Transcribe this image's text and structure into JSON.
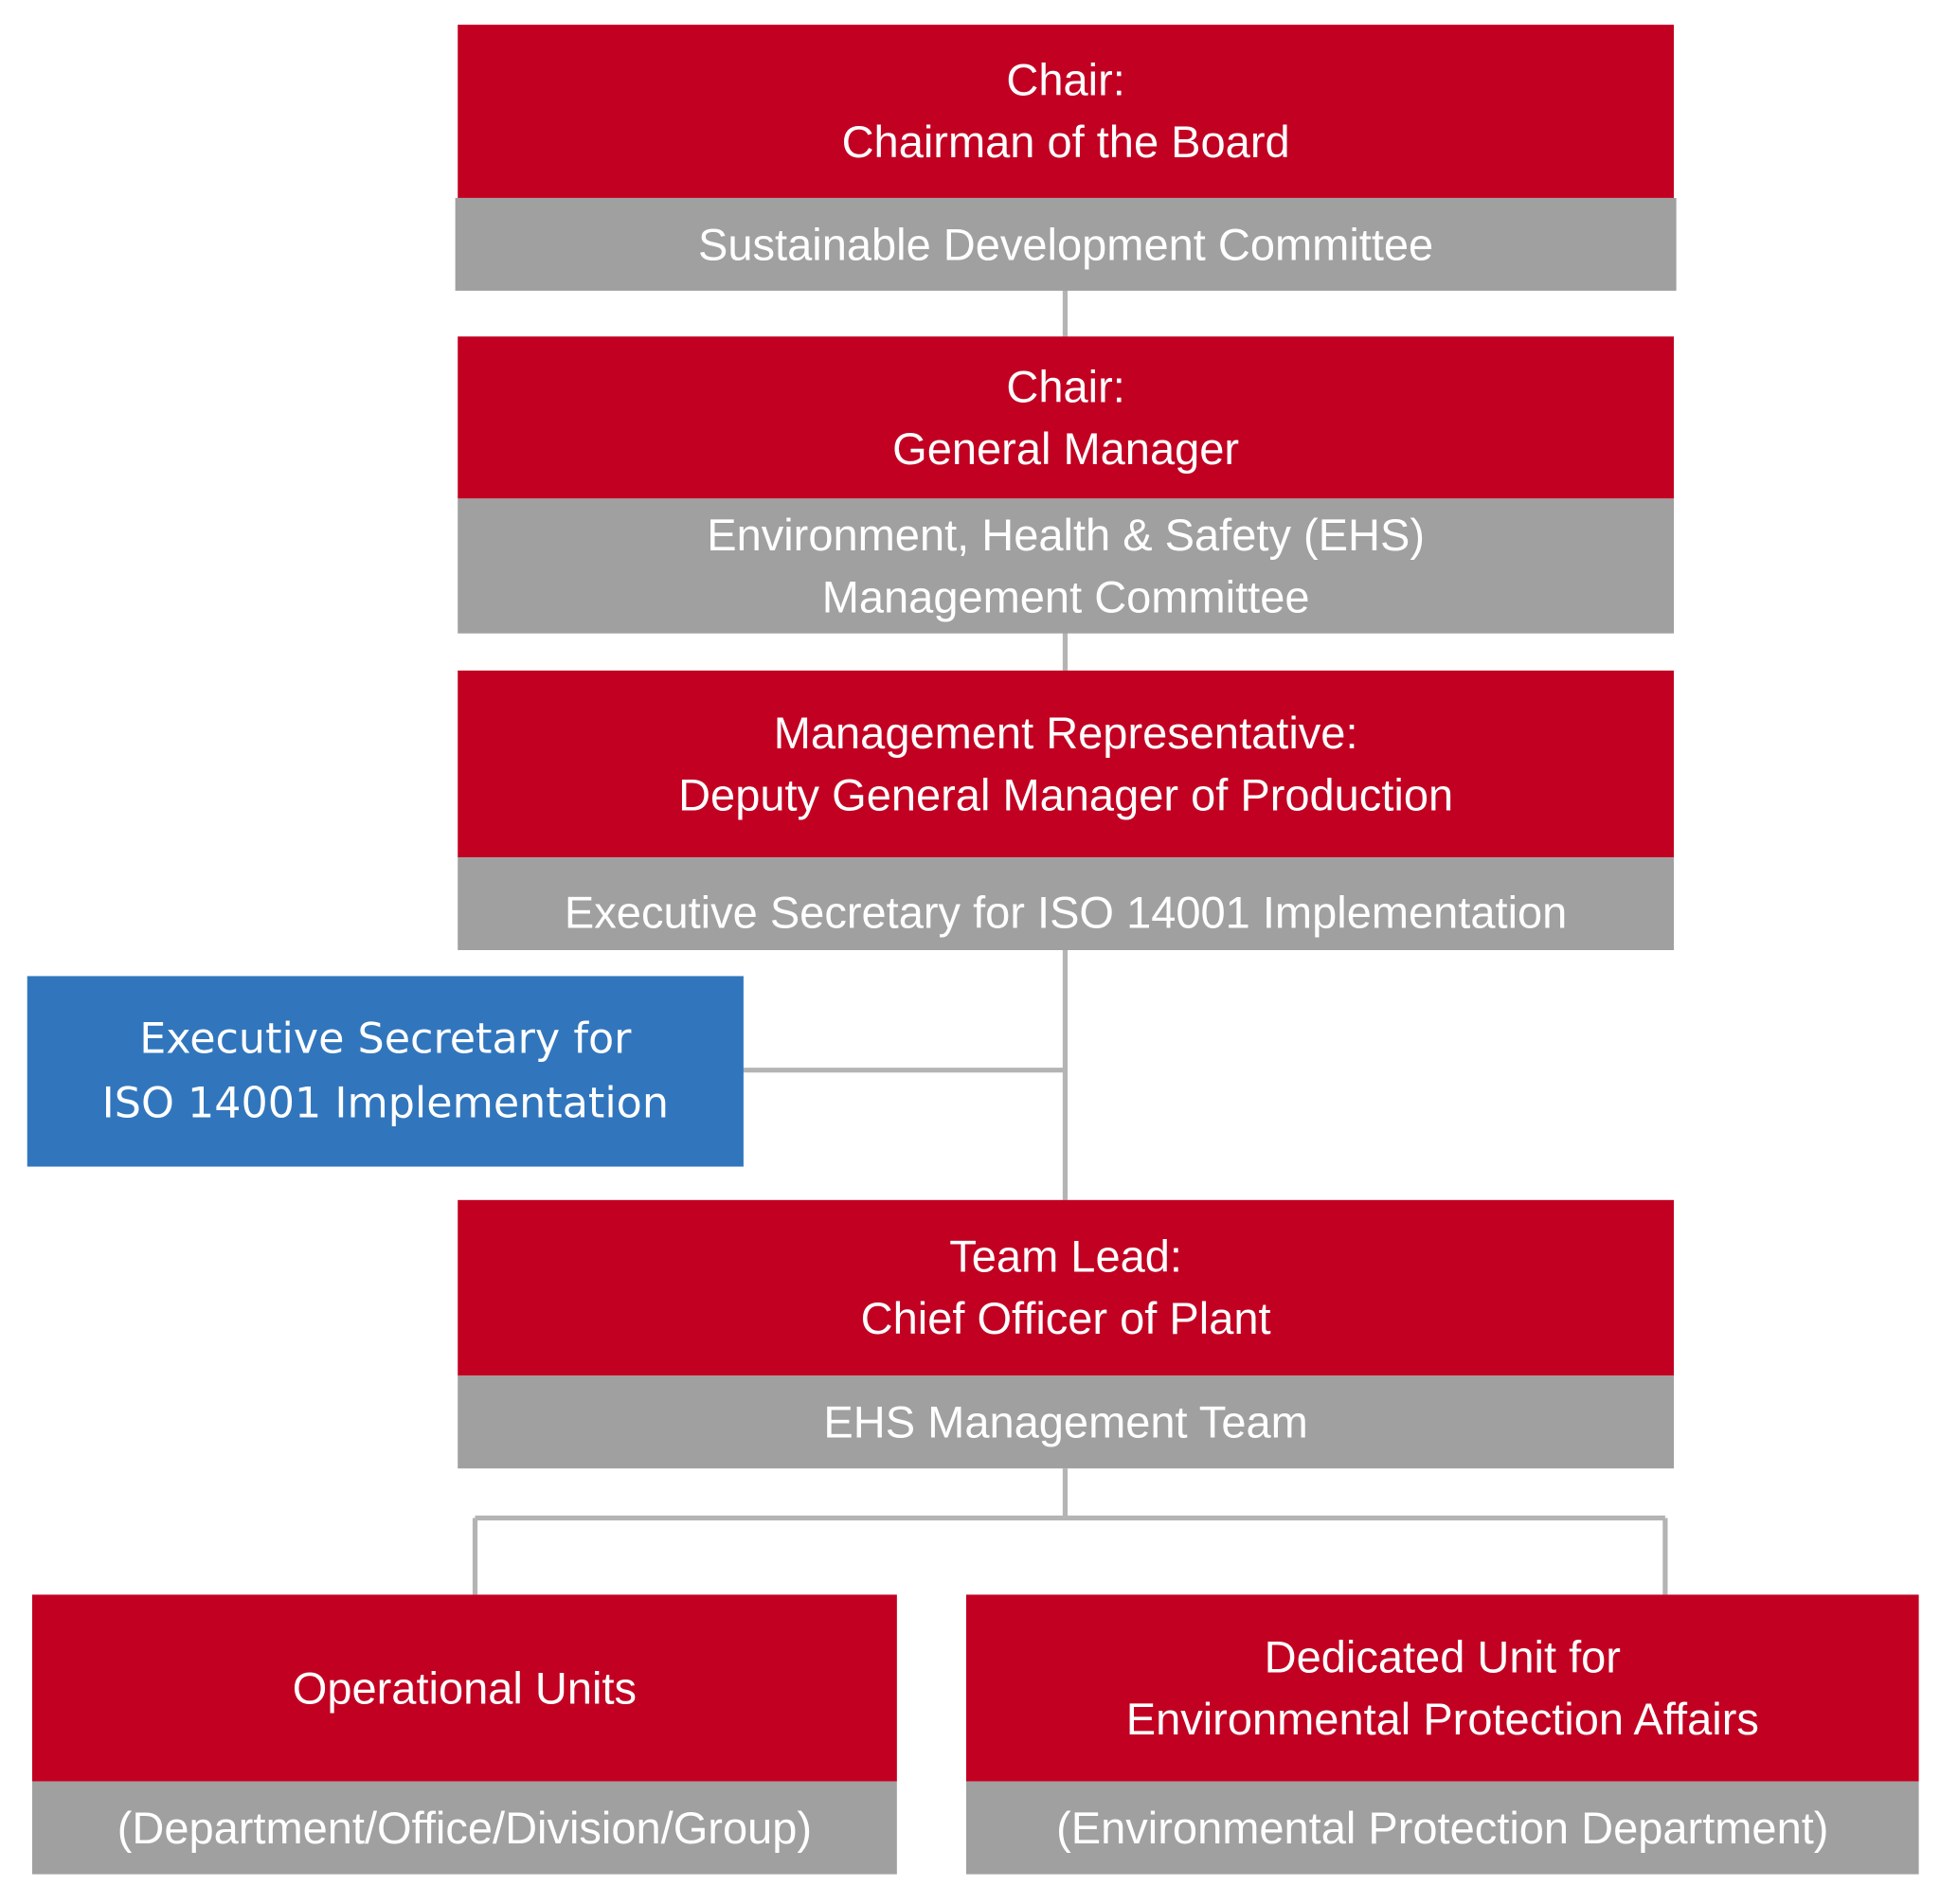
{
  "colors": {
    "red": "#c20022",
    "gray": "#a0a0a0",
    "blue": "#3176bd",
    "connector": "#b4b4b4"
  },
  "nodes": {
    "board": {
      "title": "Chair:",
      "subtitle": "Chairman of the Board",
      "committee": "Sustainable Development Committee"
    },
    "gm": {
      "title": "Chair:",
      "subtitle": "General Manager",
      "committee_line1": "Environment, Health & Safety (EHS)",
      "committee_line2": "Management Committee"
    },
    "rep": {
      "title": "Management Representative:",
      "subtitle": "Deputy General Manager of Production",
      "committee": "Executive Secretary for ISO 14001 Implementation"
    },
    "secretary": {
      "line1": "Executive Secretary for",
      "line2": "ISO 14001 Implementation"
    },
    "team": {
      "title": "Team Lead:",
      "subtitle": "Chief Officer of Plant",
      "committee": "EHS Management Team"
    },
    "operational": {
      "title": "Operational Units",
      "committee": "(Department/Office/Division/Group)"
    },
    "dedicated": {
      "title_line1": "Dedicated Unit for",
      "title_line2": "Environmental Protection Affairs",
      "committee": "(Environmental Protection Department)"
    }
  }
}
